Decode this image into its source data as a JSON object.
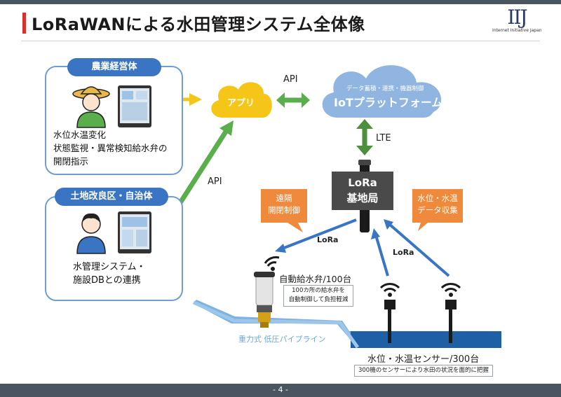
{
  "header": {
    "title": "LoRaWANによる水田管理システム全体像"
  },
  "logo": {
    "mark_main": "IIJ",
    "subtitle": "Internet Initiative Japan"
  },
  "farmer_panel": {
    "pill": "農業経営体",
    "lines": [
      "水位水温変化",
      "状態監視・異常検知給水弁の",
      "開閉指示"
    ]
  },
  "district_panel": {
    "pill": "土地改良区・自治体",
    "lines": [
      "水管理システム・",
      "施設DBとの連携"
    ]
  },
  "app_cloud": {
    "label": "アプリ"
  },
  "iot_cloud": {
    "sublabel": "データ蓄積・連携・機器制御",
    "label": "IoTプラットフォーム"
  },
  "links": {
    "api_top": "API",
    "api_left": "API",
    "lte": "LTE",
    "lora_left": "LoRa",
    "lora_right": "LoRa"
  },
  "base_station": {
    "line1": "LoRa",
    "line2": "基地局"
  },
  "callouts": {
    "remote": [
      "遠隔",
      "開閉制御"
    ],
    "data": [
      "水位・水温",
      "データ収集"
    ]
  },
  "valve": {
    "label": "自動給水弁/100台",
    "note_lines": [
      "100カ所の給水弁を",
      "自動制御して負担軽減"
    ]
  },
  "pipeline": {
    "label": "重力式 低圧パイプライン"
  },
  "sensor": {
    "label": "水位・水温センサー/300台",
    "note": "300機のセンサーにより水田の状況を面的に把握"
  },
  "footer": {
    "page": "- 4 -"
  },
  "colors": {
    "accent_red": "#d9302c",
    "blue": "#3a75c4",
    "green": "#5aae4c",
    "orange": "#ef8a3c",
    "yellow": "#f5c518",
    "dark": "#4a4a4a"
  }
}
